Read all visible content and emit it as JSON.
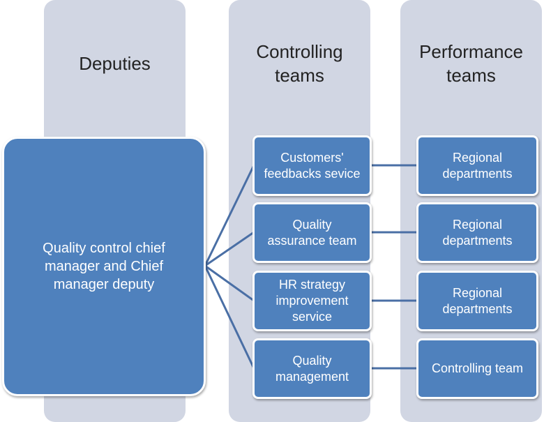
{
  "columns": [
    {
      "header": "Deputies"
    },
    {
      "header": "Controlling\nteams"
    },
    {
      "header": "Performance\nteams"
    }
  ],
  "root": {
    "label": "Quality control chief\nmanager and Chief\nmanager deputy"
  },
  "controlling_teams": [
    {
      "label": "Customers'\nfeedbacks sevice"
    },
    {
      "label": "Quality\nassurance team"
    },
    {
      "label": "HR strategy\nimprovement\nservice"
    },
    {
      "label": "Quality\nmanagement"
    }
  ],
  "performance_teams": [
    {
      "label": "Regional\ndepartments"
    },
    {
      "label": "Regional\ndepartments"
    },
    {
      "label": "Regional\ndepartments"
    },
    {
      "label": "Controlling team"
    }
  ],
  "colors": {
    "column_bg": "#d1d6e3",
    "node_fill": "#4f81bd",
    "node_border": "#ffffff",
    "connector": "#4a6fa5"
  }
}
